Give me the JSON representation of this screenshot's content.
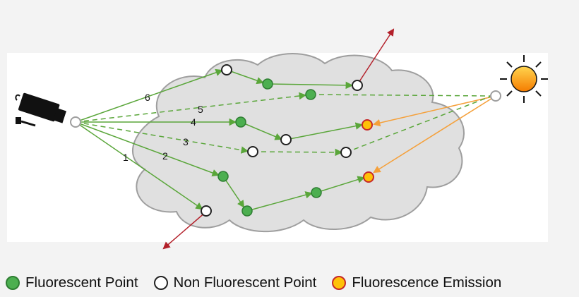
{
  "legend": {
    "fluorescent": "Fluorescent Point",
    "non_fluorescent": "Non Fluorescent Point",
    "emission": "Fluorescence Emission"
  },
  "paths": {
    "p1": "1",
    "p2": "2",
    "p3": "3",
    "p4": "4",
    "p5": "5",
    "p6": "6"
  },
  "colors": {
    "path_green": "#5aa63a",
    "fluorescent_fill": "#4caf50",
    "emission_fill": "#ffc107",
    "emission_line": "#f5a03a",
    "escape_ray": "#b3202a",
    "sun_fill": "#f9a825"
  },
  "icons": {
    "camera": "camera-icon",
    "sun": "sun-icon"
  }
}
